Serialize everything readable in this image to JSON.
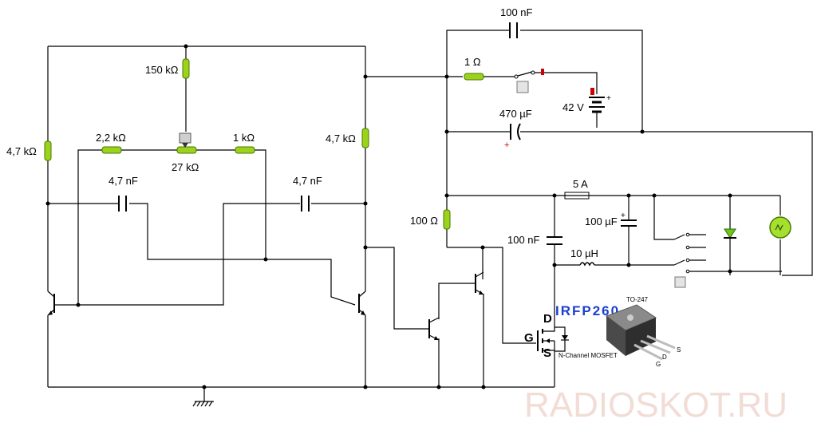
{
  "labels": {
    "r_150k": "150 kΩ",
    "r_47k_left": "4,7 kΩ",
    "r_22k": "2,2 kΩ",
    "r_1k": "1 kΩ",
    "pot_27k": "27 kΩ",
    "r_47k_right": "4,7 kΩ",
    "c_47n_left": "4,7 nF",
    "c_47n_right": "4,7 nF",
    "c_100n_top": "100 nF",
    "r_1ohm": "1 Ω",
    "batt_42v": "42 V",
    "c_470u": "470 µF",
    "fuse_5a": "5 A",
    "c_100u": "100 µF",
    "r_100ohm": "100 Ω",
    "c_100n_mid": "100 nF",
    "l_10u": "10 µH",
    "mosfet_part": "IRFP260",
    "package": "TO-247",
    "pin_d": "D",
    "pin_g": "G",
    "pin_s": "S",
    "mosfet_type": "N-Channel MOSFET",
    "pkg_pin_s": "S",
    "pkg_pin_d": "D",
    "pkg_pin_g": "G",
    "watermark": "RADIOSKOT.RU"
  },
  "colors": {
    "resistor": "#9ad21c",
    "polarity": "#cc0000",
    "part_number": "#1a3fd0",
    "watermark": "#f1dcd6"
  }
}
